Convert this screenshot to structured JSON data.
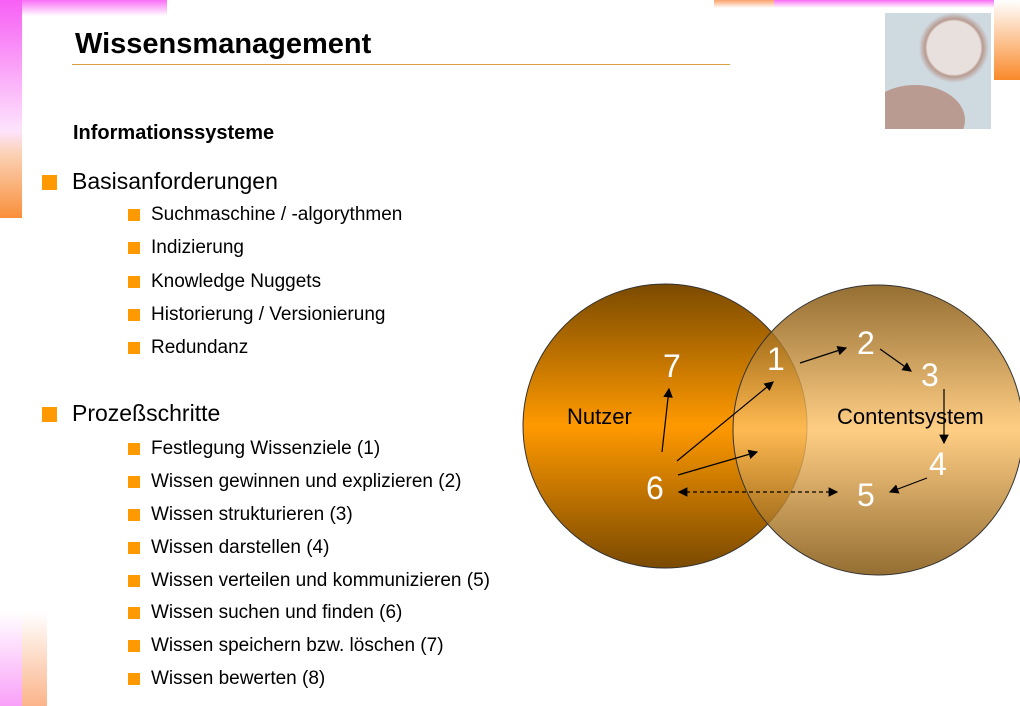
{
  "title": "Wissensmanagement",
  "subtitle": "Informationssysteme",
  "sections": [
    {
      "label": "Basisanforderungen",
      "items": [
        "Suchmaschine / -algorythmen",
        "Indizierung",
        "Knowledge Nuggets",
        "Historierung / Versionierung",
        "Redundanz"
      ]
    },
    {
      "label": "Prozeßschritte",
      "items": [
        "Festlegung Wissenziele (1)",
        "Wissen gewinnen und explizieren (2)",
        "Wissen strukturieren (3)",
        "Wissen darstellen (4)",
        "Wissen verteilen und kommunizieren (5)",
        "Wissen suchen und finden (6)",
        "Wissen speichern bzw. löschen (7)",
        "Wissen bewerten (8)"
      ]
    }
  ],
  "diagram": {
    "left_label": "Nutzer",
    "right_label": "Contentsystem",
    "numbers": [
      "1",
      "2",
      "3",
      "4",
      "5",
      "6",
      "7"
    ],
    "colors": {
      "accent": "#ff9900",
      "circle_dark": "#7a4a00",
      "circle_light": "#ffc266"
    }
  },
  "icons": {
    "photo": "pocket-watch-compass-image"
  }
}
